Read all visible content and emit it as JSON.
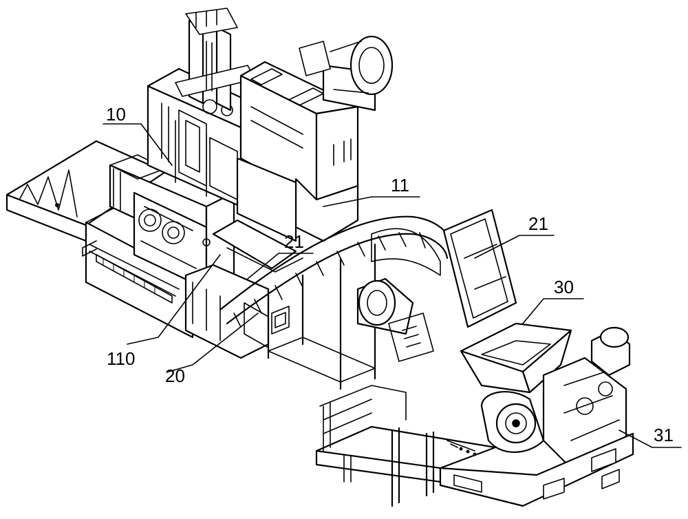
{
  "labels": {
    "l10": "10",
    "l11": "11",
    "l21a": "21",
    "l21b": "21",
    "l30": "30",
    "l31": "31",
    "l110": "110",
    "l20": "20"
  }
}
